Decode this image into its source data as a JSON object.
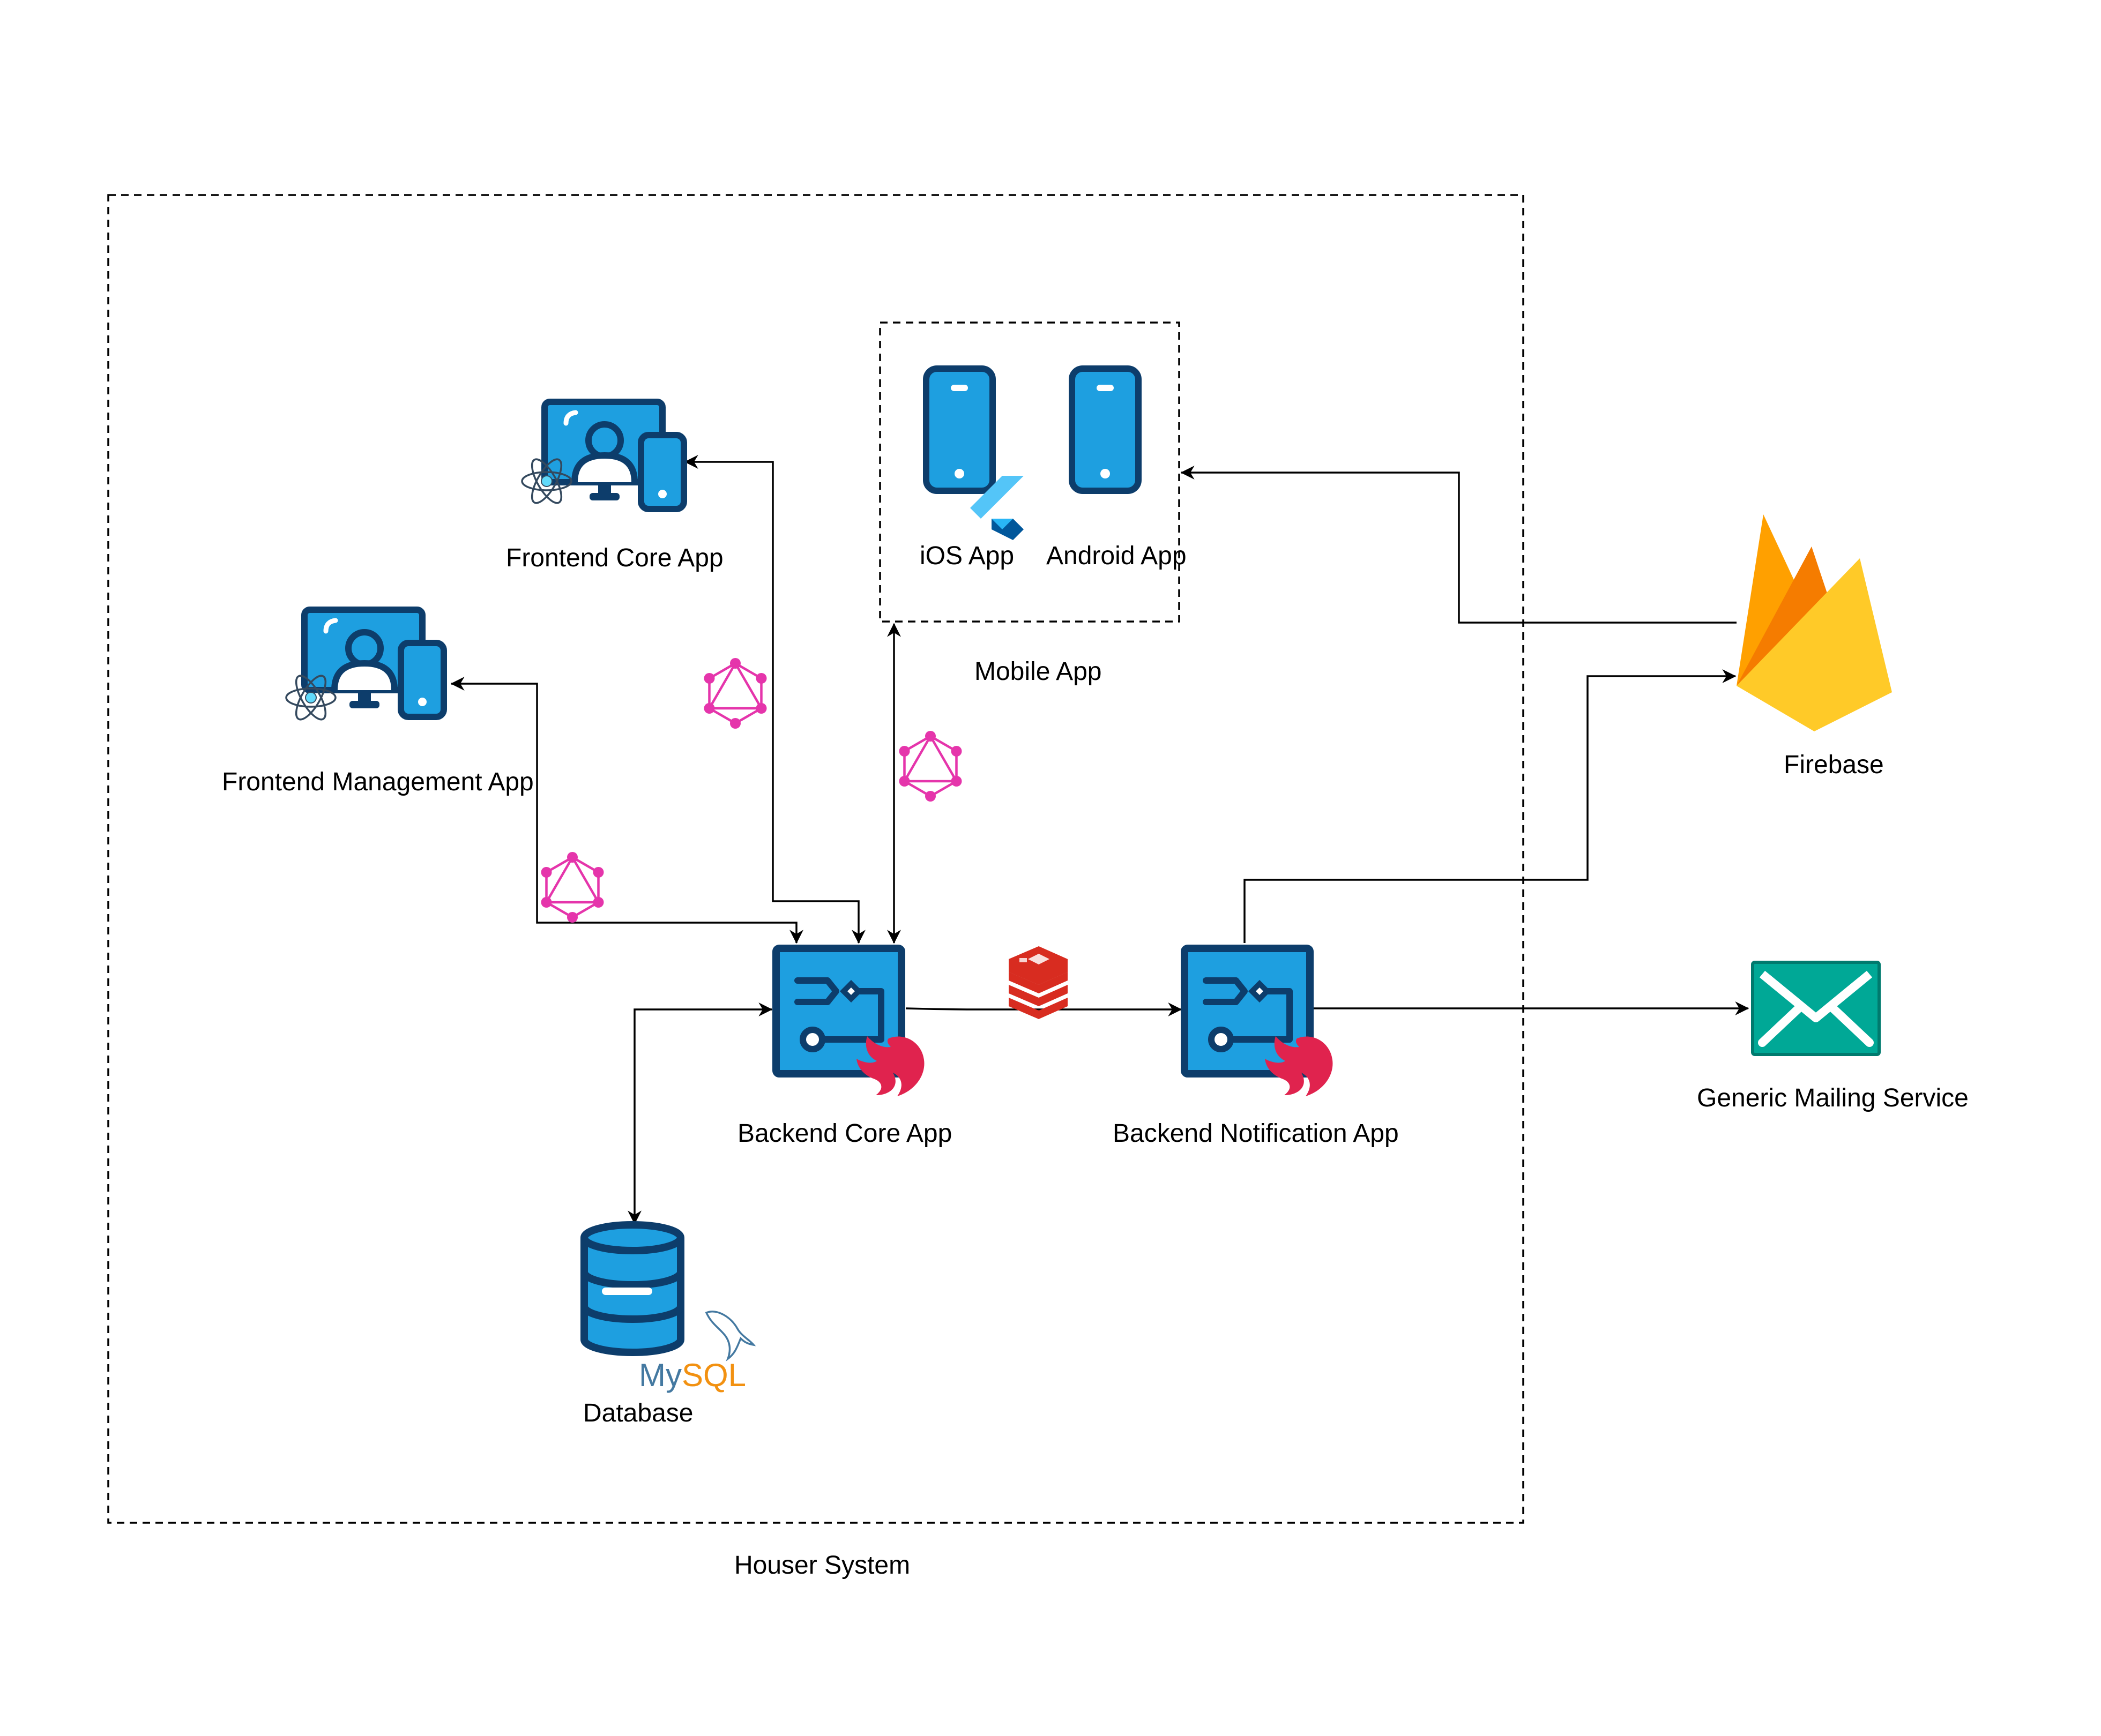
{
  "diagram": {
    "system_label": "Houser System",
    "mobile_group_label": "Mobile App",
    "nodes": {
      "frontend_core": "Frontend Core App",
      "frontend_management": "Frontend Management App",
      "ios": "iOS App",
      "android": "Android App",
      "backend_core": "Backend Core App",
      "backend_notification": "Backend Notification App",
      "database": "Database",
      "firebase": "Firebase",
      "mailing": "Generic Mailing Service"
    },
    "logos": {
      "mysql": "MySQL"
    },
    "icons": [
      "react-icon",
      "flutter-icon",
      "graphql-icon",
      "nestjs-icon",
      "redis-icon",
      "mysql-logo-icon",
      "firebase-icon",
      "envelope-icon",
      "database-icon",
      "phone-icon",
      "devices-icon"
    ],
    "colors": {
      "device_fill": "#1E9FE0",
      "device_stroke": "#0D3D6B",
      "graphql": "#E535AB",
      "nest": "#E0234E",
      "redis": "#D82C20",
      "firebase_yellow": "#FFCA28",
      "firebase_orange": "#F57C00",
      "mail": "#00A896",
      "mysql_blue": "#4479A1",
      "mysql_orange": "#F29111"
    }
  }
}
